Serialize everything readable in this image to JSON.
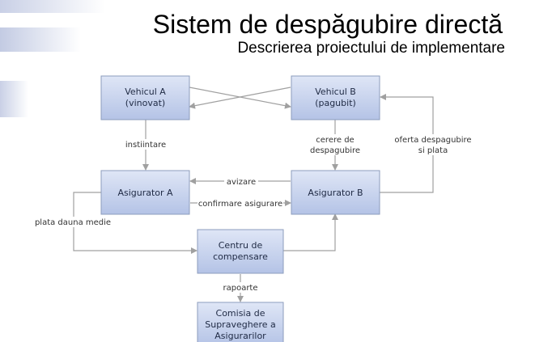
{
  "header": {
    "title": "Sistem de despăgubire directă",
    "subtitle": "Descrierea proiectului de implementare"
  },
  "nodes": {
    "vehicul_a": [
      "Vehicul A",
      "(vinovat)"
    ],
    "vehicul_b": [
      "Vehicul B",
      "(pagubit)"
    ],
    "asigurator_a": [
      "Asigurator A"
    ],
    "asigurator_b": [
      "Asigurator B"
    ],
    "centru": [
      "Centru de",
      "compensare"
    ],
    "comisia": [
      "Comisia de",
      "Supraveghere a",
      "Asigurarilor"
    ]
  },
  "edge_labels": {
    "instiintare": [
      "instiintare"
    ],
    "cerere": [
      "cerere de",
      "despagubire"
    ],
    "oferta": [
      "oferta despagubire",
      "si plata"
    ],
    "avizare": [
      "avizare"
    ],
    "confirmare": [
      "confirmare asigurare"
    ],
    "plata": [
      "plata dauna medie"
    ],
    "rapoarte": [
      "rapoarte"
    ]
  },
  "colors": {
    "node_top": "#dfe6f6",
    "node_bottom": "#b4c3e6",
    "node_border": "#8c9cbd",
    "edge": "#a0a0a0",
    "stripe": "#c3cbe3"
  }
}
